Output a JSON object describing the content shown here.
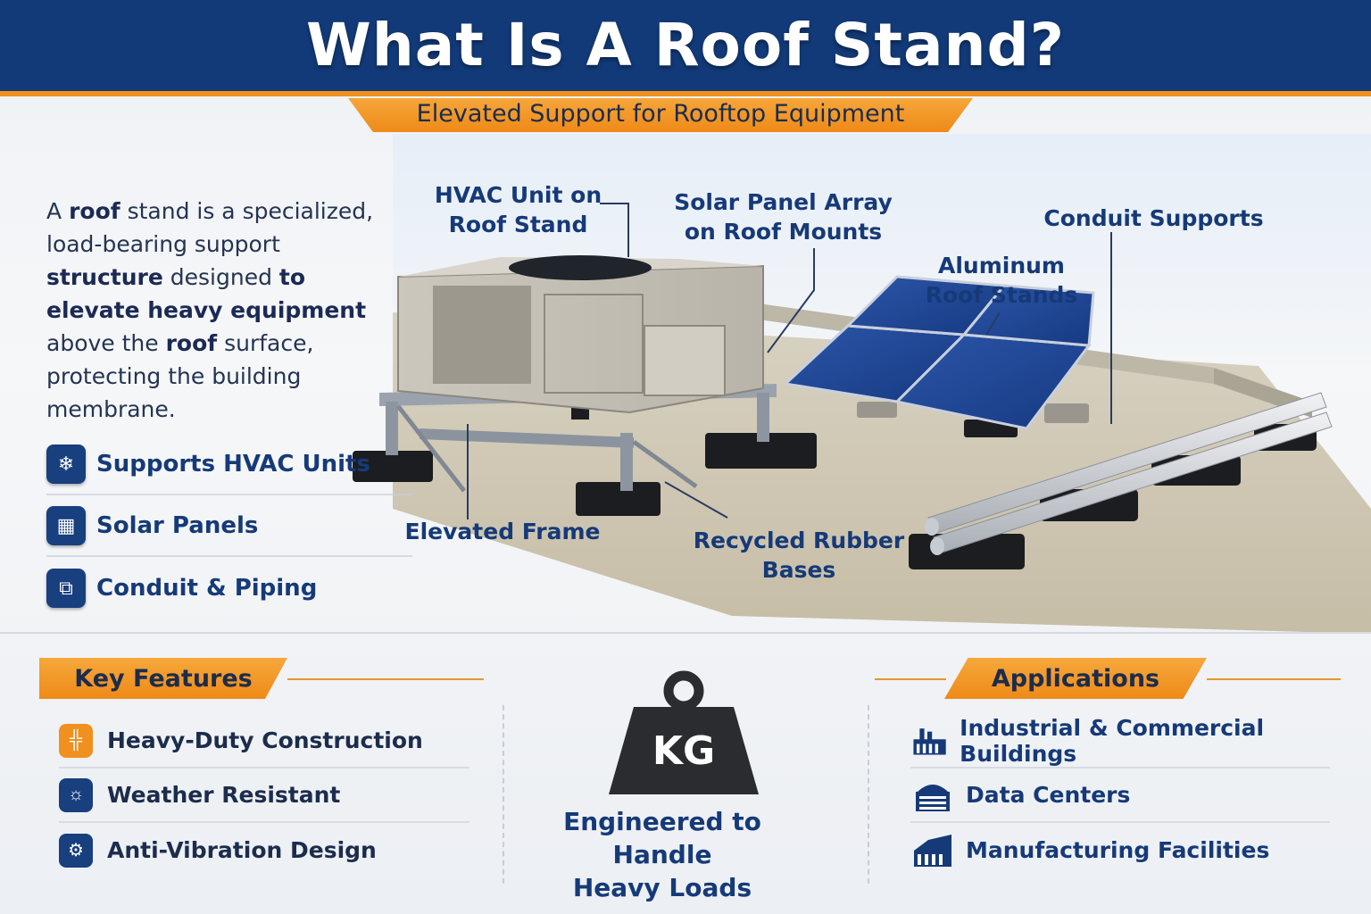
{
  "header": {
    "title": "What Is A Roof Stand?",
    "subtitle": "Elevated Support for Rooftop Equipment"
  },
  "intro": {
    "p1": "A ",
    "b1": "roof",
    "p2": " stand is a specialized, load-bearing support ",
    "b2": "structure",
    "p3": " designed ",
    "b3": "to elevate heavy equipment",
    "p4": " above the ",
    "b4": "roof",
    "p5": " surface, protecting the building membrane."
  },
  "uses": [
    {
      "label": "Supports HVAC Units",
      "icon": "hvac-icon"
    },
    {
      "label": "Solar Panels",
      "icon": "solar-icon"
    },
    {
      "label": "Conduit & Piping",
      "icon": "piping-icon"
    }
  ],
  "callouts": {
    "hvac_l1": "HVAC Unit on",
    "hvac_l2": "Roof Stand",
    "solar_l1": "Solar Panel Array",
    "solar_l2": "on Roof Mounts",
    "conduit": "Conduit Supports",
    "aluminum_l1": "Aluminum",
    "aluminum_l2": "Roof Stands",
    "frame": "Elevated Frame",
    "rubber_l1": "Recycled Rubber",
    "rubber_l2": "Bases"
  },
  "features": {
    "heading": "Key Features",
    "items": [
      {
        "label": "Heavy-Duty Construction",
        "icon": "grid-icon"
      },
      {
        "label": "Weather Resistant",
        "icon": "weather-icon"
      },
      {
        "label": "Anti-Vibration Design",
        "icon": "gear-icon"
      }
    ]
  },
  "weight": {
    "label": "KG",
    "caption_l1": "Engineered to Handle",
    "caption_l2": "Heavy Loads"
  },
  "applications": {
    "heading": "Applications",
    "items": [
      {
        "label": "Industrial & Commercial Buildings",
        "icon": "factory-icon"
      },
      {
        "label": "Data Centers",
        "icon": "datacenter-icon"
      },
      {
        "label": "Manufacturing Facilities",
        "icon": "manufacturing-icon"
      }
    ]
  },
  "colors": {
    "navy": "#123a78",
    "orange": "#f0901e",
    "text": "#163a78"
  }
}
